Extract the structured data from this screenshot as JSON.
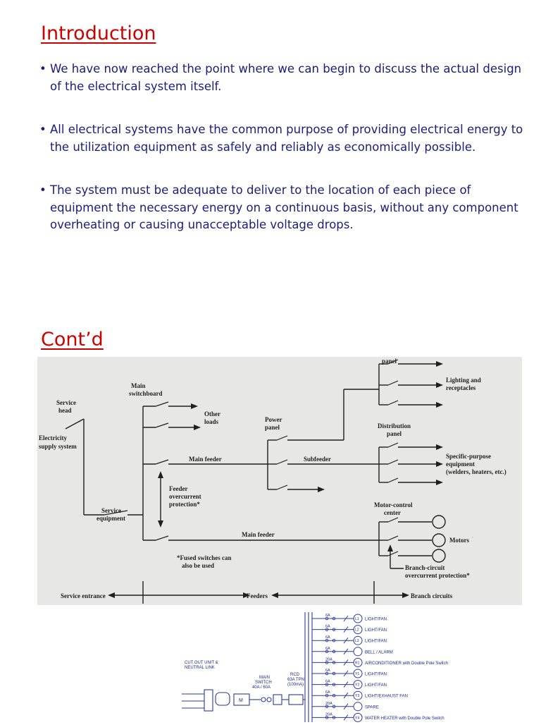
{
  "slide1": {
    "title": "Introduction",
    "bullets": [
      "We have now reached the point where we can begin to discuss the actual design of the electrical system itself.",
      "All electrical systems have the common purpose of providing electrical energy to the utilization equipment as safely and reliably as economically possible.",
      "The system must be adequate to deliver to the location of each piece of equipment the necessary energy on a continuous basis, without any component overheating or causing unacceptable voltage drops."
    ]
  },
  "slide2": {
    "title": "Cont’d",
    "diagram": {
      "service_head_1": "Service",
      "service_head_2": "head",
      "supply_1": "Electricity",
      "supply_2": "supply system",
      "main_switchboard_1": "Main",
      "main_switchboard_2": "switchboard",
      "other_loads_1": "Other",
      "other_loads_2": "loads",
      "power_panel_1": "Power",
      "power_panel_2": "panel",
      "panel": "panel",
      "lighting_1": "Lighting and",
      "lighting_2": "receptacles",
      "distribution_1": "Distribution",
      "distribution_2": "panel",
      "main_feeder_1": "Main feeder",
      "subfeeder": "Subfeeder",
      "specific_1": "Specific-purpose",
      "specific_2": "equipment",
      "specific_3": "(welders, heaters, etc.)",
      "feeder_prot_1": "Feeder",
      "feeder_prot_2": "overcurrent",
      "feeder_prot_3": "protection*",
      "service_equip_1": "Service",
      "service_equip_2": "equipment",
      "motor_center_1": "Motor-control",
      "motor_center_2": "center",
      "main_feeder_2": "Main feeder",
      "motors": "Motors",
      "fused_1": "*Fused switches can",
      "fused_2": "also be used",
      "branch_prot_1": "Branch-circuit",
      "branch_prot_2": "overcurrent protection*",
      "service_entrance": "Service entrance",
      "feeders": "Feeders",
      "branch_circuits": "Branch circuits"
    },
    "schematic": {
      "cutout_1": "CUT OUT UNIT &",
      "cutout_2": "NEUTRAL LINK",
      "main_switch_1": "MAIN",
      "main_switch_2": "SWITCH",
      "main_switch_3": "40A / 60A",
      "rcd_1": "RCD",
      "rcd_2": "63A TPN",
      "rcd_3": "(100mA)",
      "meter": "M",
      "circuits": [
        {
          "tag": "L1",
          "rating": "6A",
          "label": "LIGHT/FAN"
        },
        {
          "tag": "L2",
          "rating": "6A",
          "label": "LIGHT/FAN"
        },
        {
          "tag": "L3",
          "rating": "6A",
          "label": "LIGHT/FAN"
        },
        {
          "tag": "",
          "rating": "6A",
          "label": "BELL / ALARM"
        },
        {
          "tag": "R1",
          "rating": "20A",
          "label": "AIRCONDITIONER with Double Pole Switch"
        },
        {
          "tag": "Y1",
          "rating": "6A",
          "label": "LIGHT/FAN"
        },
        {
          "tag": "Y2",
          "rating": "6A",
          "label": "LIGHT/FAN"
        },
        {
          "tag": "Y3",
          "rating": "6A",
          "label": "LIGHT/EXHAUST FAN"
        },
        {
          "tag": "",
          "rating": "20A",
          "label": "SPARE"
        },
        {
          "tag": "Y4",
          "rating": "20A",
          "label": "WATER HEATER with Double Pole Switch"
        }
      ]
    }
  }
}
